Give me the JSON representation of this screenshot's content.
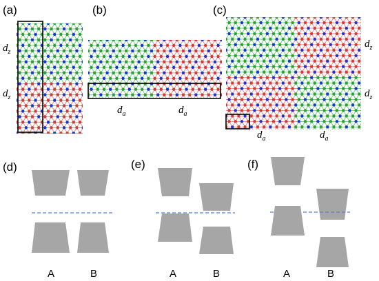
{
  "panels": {
    "a": {
      "label": "(a)",
      "d_labels": [
        "d",
        "d"
      ],
      "d_subs": [
        "z",
        "z"
      ]
    },
    "b": {
      "label": "(b)",
      "d_labels": [
        "d",
        "d"
      ],
      "d_subs": [
        "a",
        "a"
      ]
    },
    "c": {
      "label": "(c)",
      "d_labels": [
        "d",
        "d",
        "d",
        "d"
      ],
      "d_subs": [
        "z",
        "z",
        "a",
        "a"
      ]
    },
    "d": {
      "label": "(d)",
      "site_labels": [
        "A",
        "B"
      ]
    },
    "e": {
      "label": "(e)",
      "site_labels": [
        "A",
        "B"
      ]
    },
    "f": {
      "label": "(f)",
      "site_labels": [
        "A",
        "B"
      ]
    }
  },
  "colors": {
    "green": "#2e9e3a",
    "red": "#d23b3b",
    "blue": "#1a33d6",
    "cyan": "#5cd0e6",
    "trapezoid": "#a6a6a6",
    "dash": "#4f7fd0",
    "box": "#000000"
  }
}
